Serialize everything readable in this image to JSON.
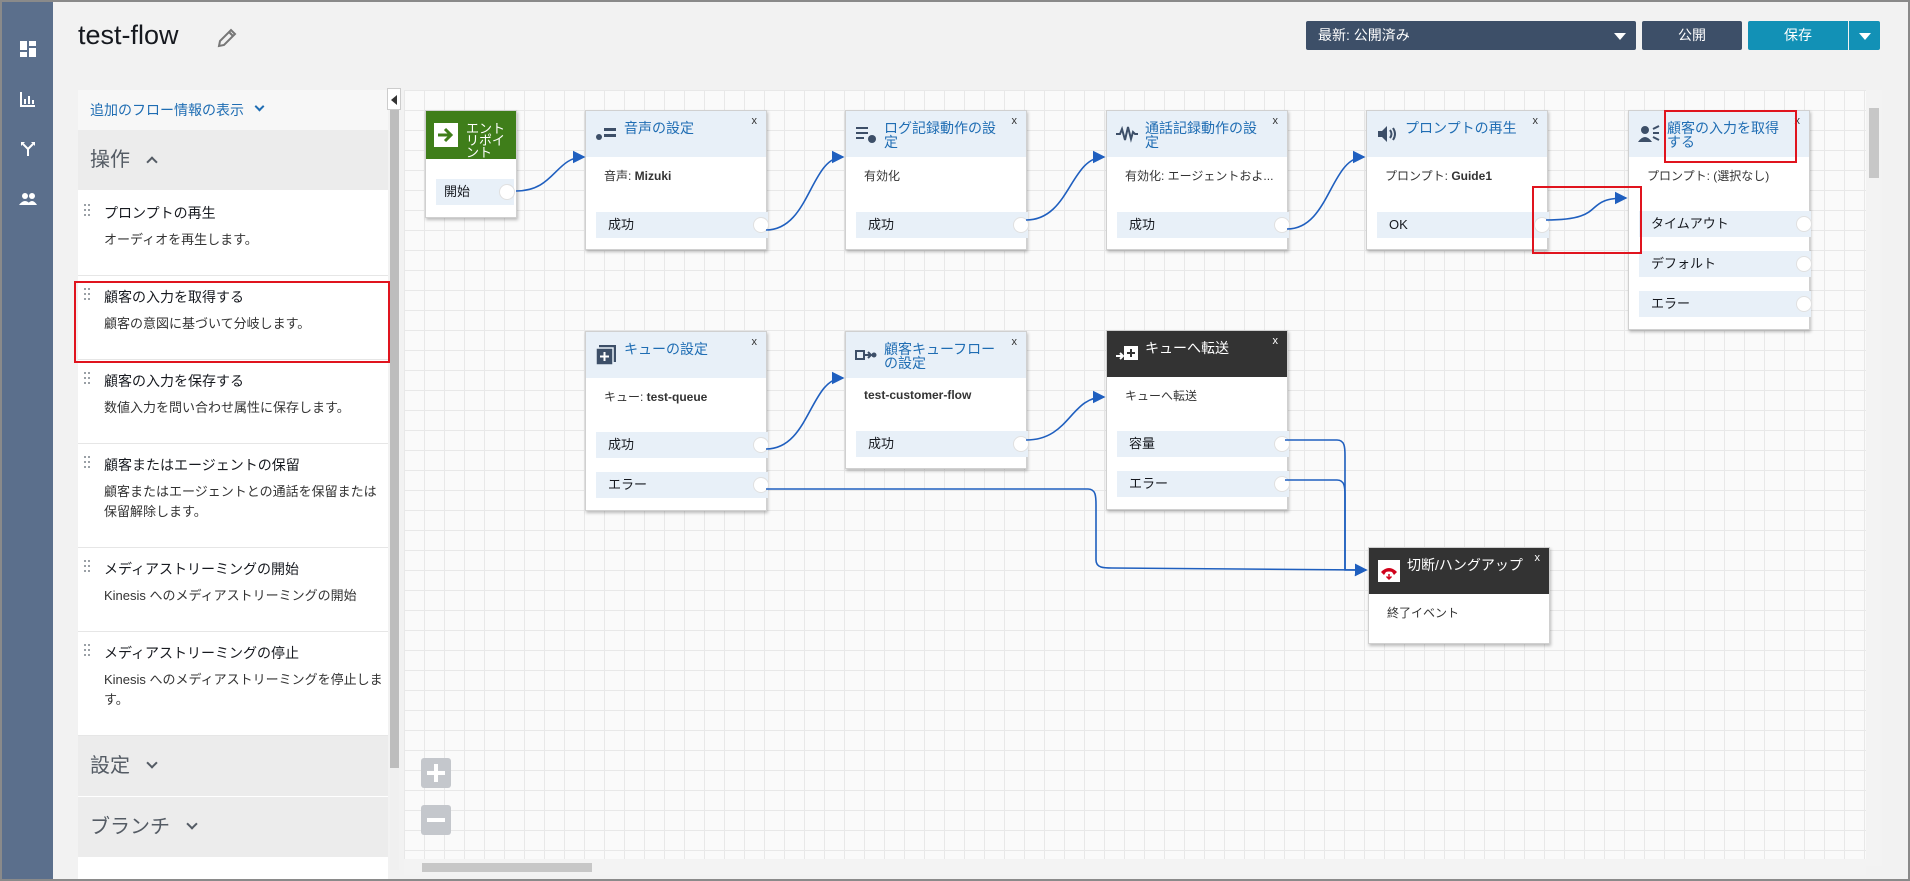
{
  "header": {
    "title": "test-flow",
    "version_select": "最新: 公開済み",
    "publish_label": "公開",
    "save_label": "保存"
  },
  "nav": {
    "items": [
      "dashboard-icon",
      "metrics-icon",
      "routing-icon",
      "users-icon"
    ]
  },
  "panel": {
    "more_info": "追加のフロー情報の表示",
    "sections": {
      "operations": "操作",
      "settings": "設定",
      "branch": "ブランチ"
    },
    "blocks": [
      {
        "title": "プロンプトの再生",
        "desc": "オーディオを再生します。"
      },
      {
        "title": "顧客の入力を取得する",
        "desc": "顧客の意図に基づいて分岐します。"
      },
      {
        "title": "顧客の入力を保存する",
        "desc": "数値入力を問い合わせ属性に保存します。"
      },
      {
        "title": "顧客またはエージェントの保留",
        "desc": "顧客またはエージェントとの通話を保留または保留解除します。"
      },
      {
        "title": "メディアストリーミングの開始",
        "desc": "Kinesis へのメディアストリーミングの開始"
      },
      {
        "title": "メディアストリーミングの停止",
        "desc": "Kinesis へのメディアストリーミングを停止します。"
      }
    ]
  },
  "flow": {
    "entry": {
      "title": "エントリポイント",
      "output": "開始"
    },
    "nodes": [
      {
        "title": "音声の設定",
        "sub_label": "音声: ",
        "sub_value": "Mizuki",
        "outputs": [
          "成功"
        ]
      },
      {
        "title": "ログ記録動作の設定",
        "sub_label": "有効化",
        "sub_value": "",
        "outputs": [
          "成功"
        ]
      },
      {
        "title": "通話記録動作の設定",
        "sub_label": "有効化: エージェントおよ...",
        "sub_value": "",
        "outputs": [
          "成功"
        ]
      },
      {
        "title": "プロンプトの再生",
        "sub_label": "プロンプト: ",
        "sub_value": "Guide1",
        "outputs": [
          "OK"
        ]
      },
      {
        "title": "顧客の入力を取得する",
        "sub_label": "プロンプト: (選択なし)",
        "sub_value": "",
        "outputs": [
          "タイムアウト",
          "デフォルト",
          "エラー"
        ]
      },
      {
        "title": "キューの設定",
        "sub_label": "キュー: ",
        "sub_value": "test-queue",
        "outputs": [
          "成功",
          "エラー"
        ]
      },
      {
        "title": "顧客キューフローの設定",
        "sub_label": "",
        "sub_value": "test-customer-flow",
        "outputs": [
          "成功"
        ]
      },
      {
        "title": "キューへ転送",
        "sub_label": "キューへ転送",
        "sub_value": "",
        "outputs": [
          "容量",
          "エラー"
        ]
      },
      {
        "title": "切断/ハングアップ",
        "sub_label": "終了イベント",
        "sub_value": "",
        "outputs": []
      }
    ],
    "close_label": "x"
  },
  "colors": {
    "rail": "#5b6f8c",
    "primary_dark": "#3d4f68",
    "save_blue": "#1291b6",
    "link_blue": "#1f6db3",
    "entry_green": "#3f7e1a",
    "wire": "#1f5fbf",
    "highlight": "#e0141e"
  }
}
